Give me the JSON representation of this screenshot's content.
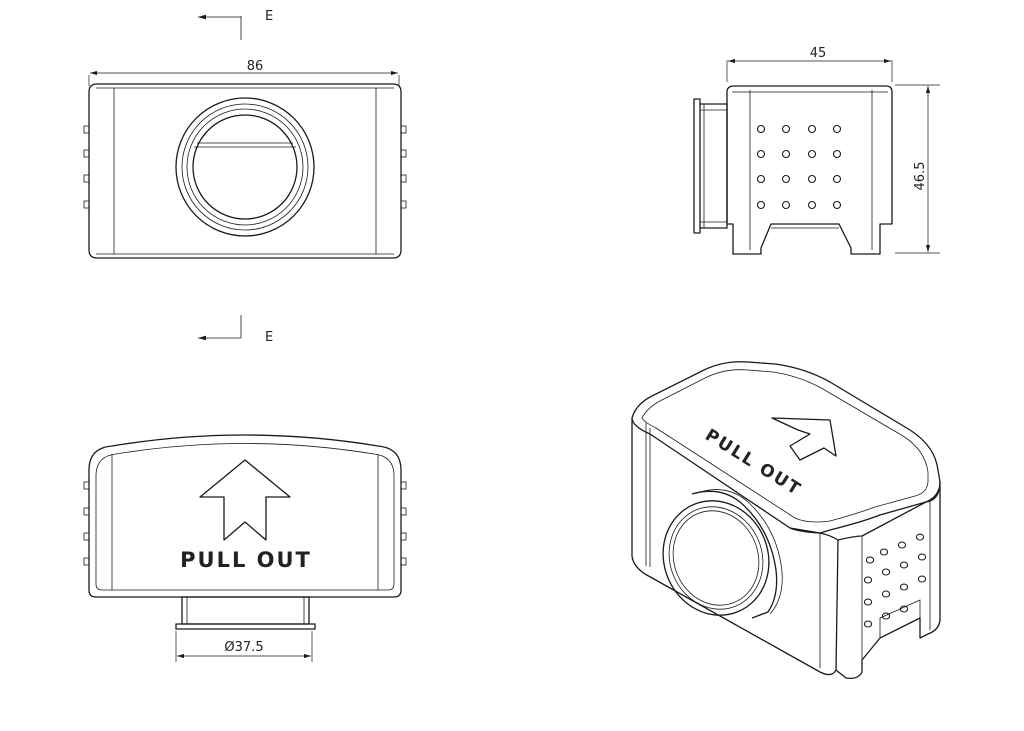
{
  "front_view": {
    "section_label": "E",
    "width_dim": "86"
  },
  "side_view": {
    "depth_dim": "45",
    "height_dim": "46.5"
  },
  "top_view": {
    "section_label": "E",
    "label": "PULL OUT",
    "diameter_dim": "Ø37.5"
  },
  "iso_view": {
    "label": "PULL OUT"
  },
  "colors": {
    "line": "#1a1a1a",
    "background": "#ffffff"
  }
}
